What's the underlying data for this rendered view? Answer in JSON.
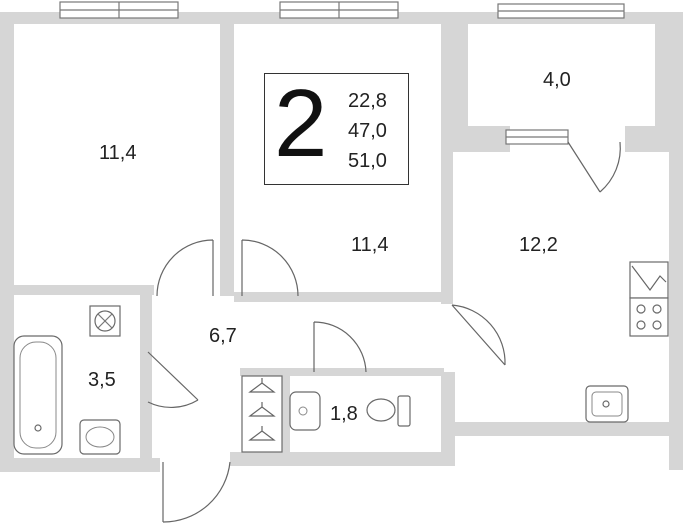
{
  "plan": {
    "rooms_count": "2",
    "areas": {
      "living": "22,8",
      "total": "47,0",
      "total_with_balcony": "51,0"
    },
    "rooms": {
      "bedroom_left": "11,4",
      "bedroom_middle": "11,4",
      "balcony": "4,0",
      "kitchen": "12,2",
      "hallway": "6,7",
      "bathroom": "3,5",
      "toilet": "1,8"
    }
  },
  "icons": [
    "window-icon",
    "door-swing-icon",
    "bathtub-icon",
    "sink-icon",
    "toilet-icon",
    "stove-icon",
    "wardrobe-hanger-icon",
    "washer-icon"
  ]
}
